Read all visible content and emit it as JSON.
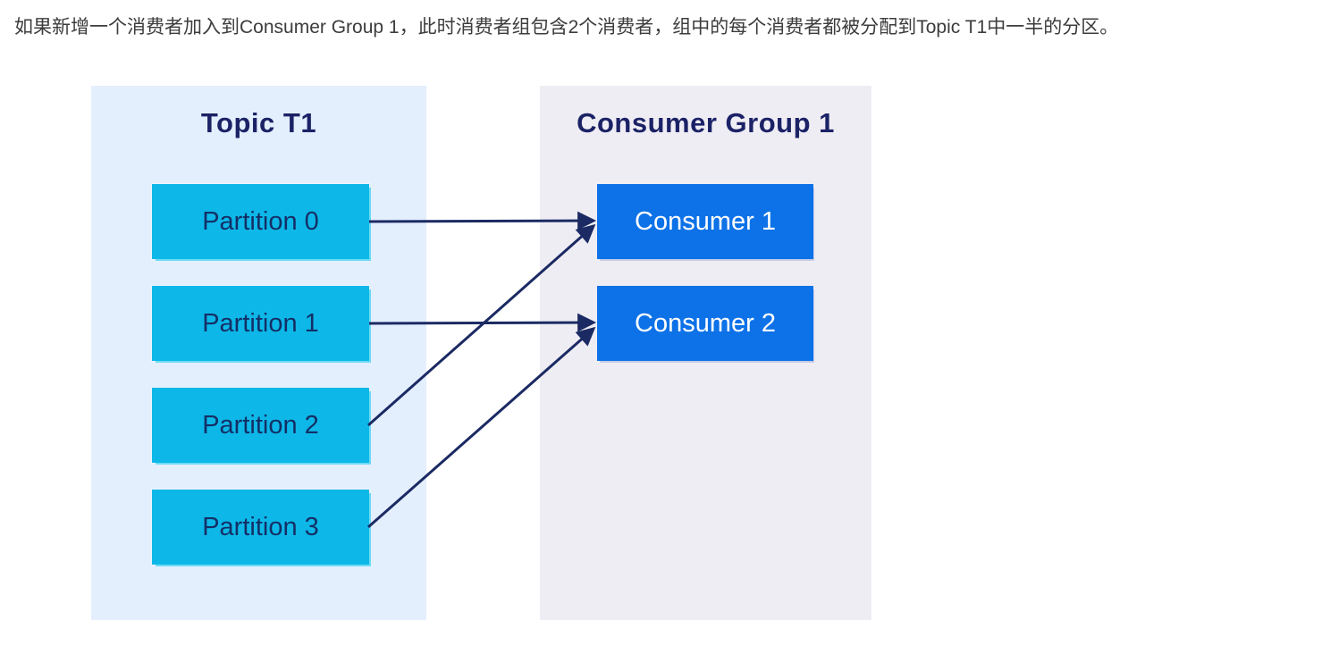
{
  "description": "如果新增一个消费者加入到Consumer Group 1，此时消费者组包含2个消费者，组中的每个消费者都被分配到Topic T1中一半的分区。",
  "diagram": {
    "topic_panel": {
      "title": "Topic T1",
      "partitions": [
        "Partition 0",
        "Partition 1",
        "Partition 2",
        "Partition 3"
      ]
    },
    "consumer_panel": {
      "title": "Consumer Group 1",
      "consumers": [
        "Consumer 1",
        "Consumer 2"
      ]
    },
    "connections": [
      {
        "from": "Partition 0",
        "to": "Consumer 1"
      },
      {
        "from": "Partition 1",
        "to": "Consumer 2"
      },
      {
        "from": "Partition 2",
        "to": "Consumer 1"
      },
      {
        "from": "Partition 3",
        "to": "Consumer 2"
      }
    ],
    "colors": {
      "partition_fill": "#0db8e8",
      "partition_text": "#132f66",
      "consumer_fill": "#0d72e8",
      "consumer_text": "#ffffff",
      "topic_panel_bg": "#e4effe",
      "consumer_panel_bg": "#efedf4",
      "panel_title_text": "#1b2266",
      "arrow": "#1b2a63",
      "description_text": "#3c3c3c",
      "page_bg": "#ffffff"
    }
  }
}
